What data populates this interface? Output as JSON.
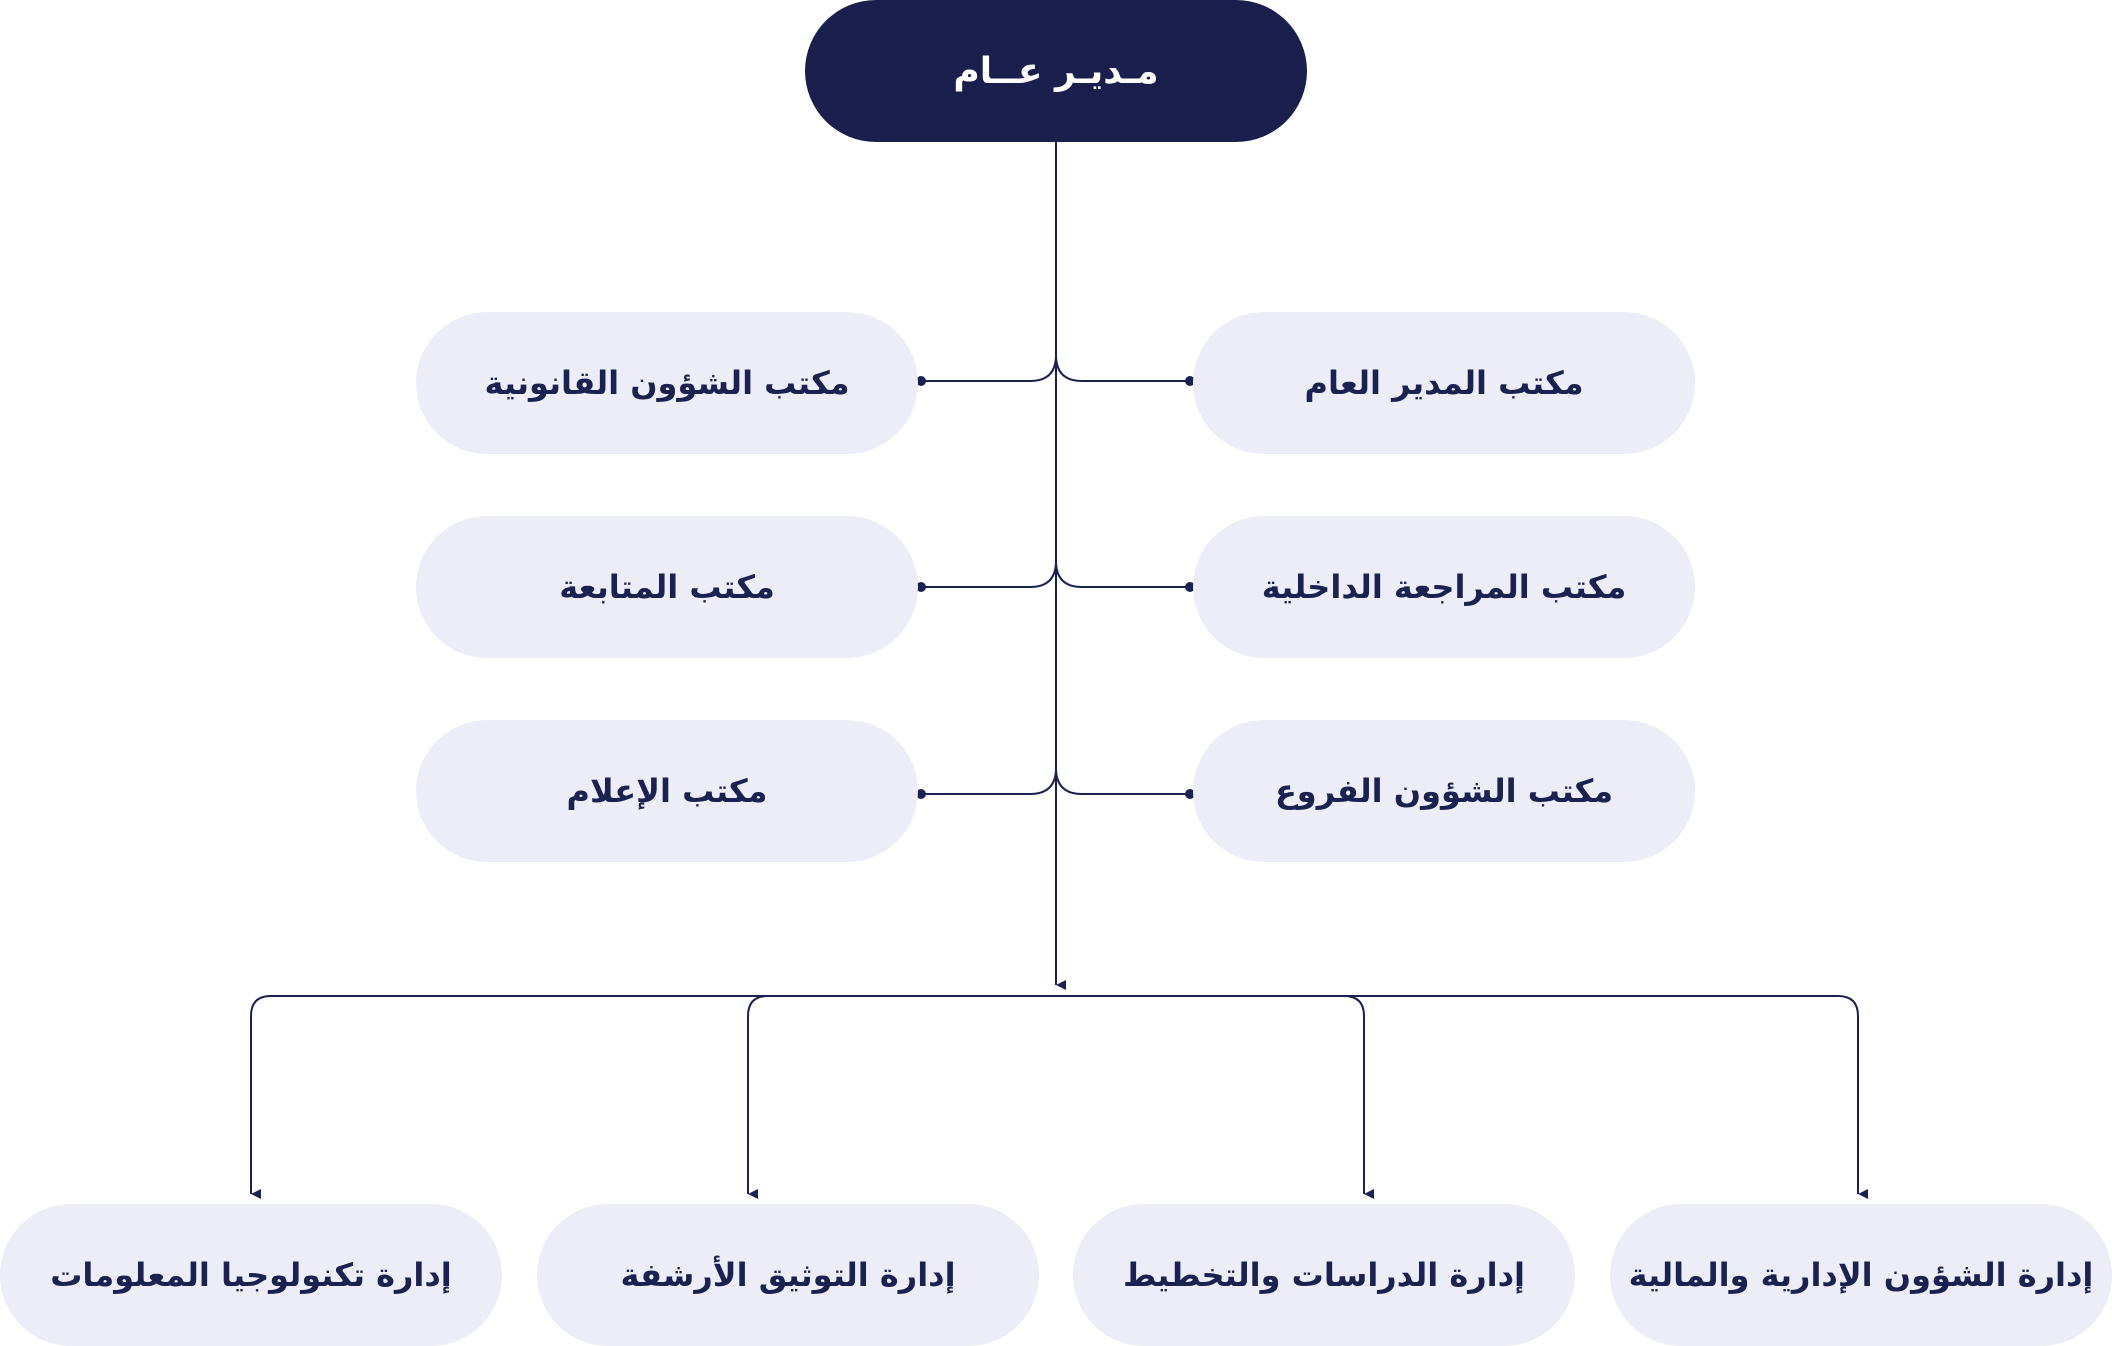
{
  "root": {
    "label": "مـديـر عــام"
  },
  "offices": {
    "general_manager": "مكتب المدير العام",
    "legal_affairs": "مكتب الشؤون القانونية",
    "internal_audit": "مكتب المراجعة الداخلية",
    "follow_up": "مكتب المتابعة",
    "branch_affairs": "مكتب الشؤون الفروع",
    "media": "مكتب الإعلام"
  },
  "departments": {
    "admin_finance": "إدارة الشؤون الإدارية والمالية",
    "studies_planning": "إدارة الدراسات والتخطيط",
    "documentation_archive": "إدارة التوثيق الأرشفة",
    "information_technology": "إدارة تكنولوجيا المعلومات"
  },
  "colors": {
    "root_fill": "#1a1f4e",
    "node_fill": "#ecedf6",
    "text": "#1b2150",
    "line": "#1b2150"
  }
}
